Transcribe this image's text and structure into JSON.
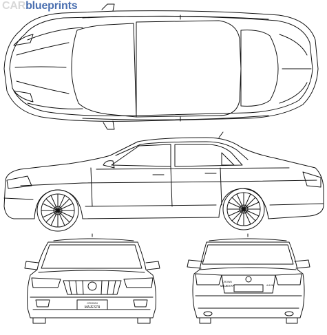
{
  "watermark": {
    "part1": "CAR",
    "part2": "blueprints",
    "color_primary": "#d8d8d8",
    "color_accent": "#4a6fb0"
  },
  "badges": {
    "front_top": "CROWN",
    "front_bottom": "MAJESTA",
    "rear_top": "CROWN",
    "rear_bottom": "MAJESTA",
    "rear_right": "4.6V8"
  },
  "colors": {
    "line": "#111111",
    "background": "#ffffff"
  }
}
